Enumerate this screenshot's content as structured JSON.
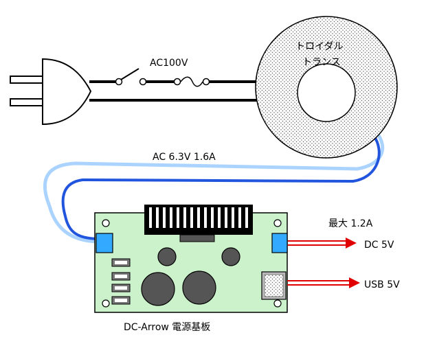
{
  "labels": {
    "ac_mains": "AC100V",
    "transformer_line1": "トロイダル",
    "transformer_line2": "トランス",
    "secondary": "AC 6.3V 1.6A",
    "max_current": "最大 1.2A",
    "dc_output": "DC 5V",
    "usb_output": "USB 5V",
    "board_name": "DC-Arrow 電源基板"
  },
  "colors": {
    "board": "#ccf2cc",
    "terminal": "#33aaff",
    "output_arrow": "#e00000",
    "cable_light": "#aad4ff",
    "cable_dark": "#2255dd",
    "heatsink": "#000000",
    "background": "#ffffff"
  },
  "icons": [
    "plug-icon",
    "switch-icon",
    "fuse-icon",
    "toroidal-transformer-icon",
    "arrow-right-icon",
    "usb-port-icon"
  ]
}
